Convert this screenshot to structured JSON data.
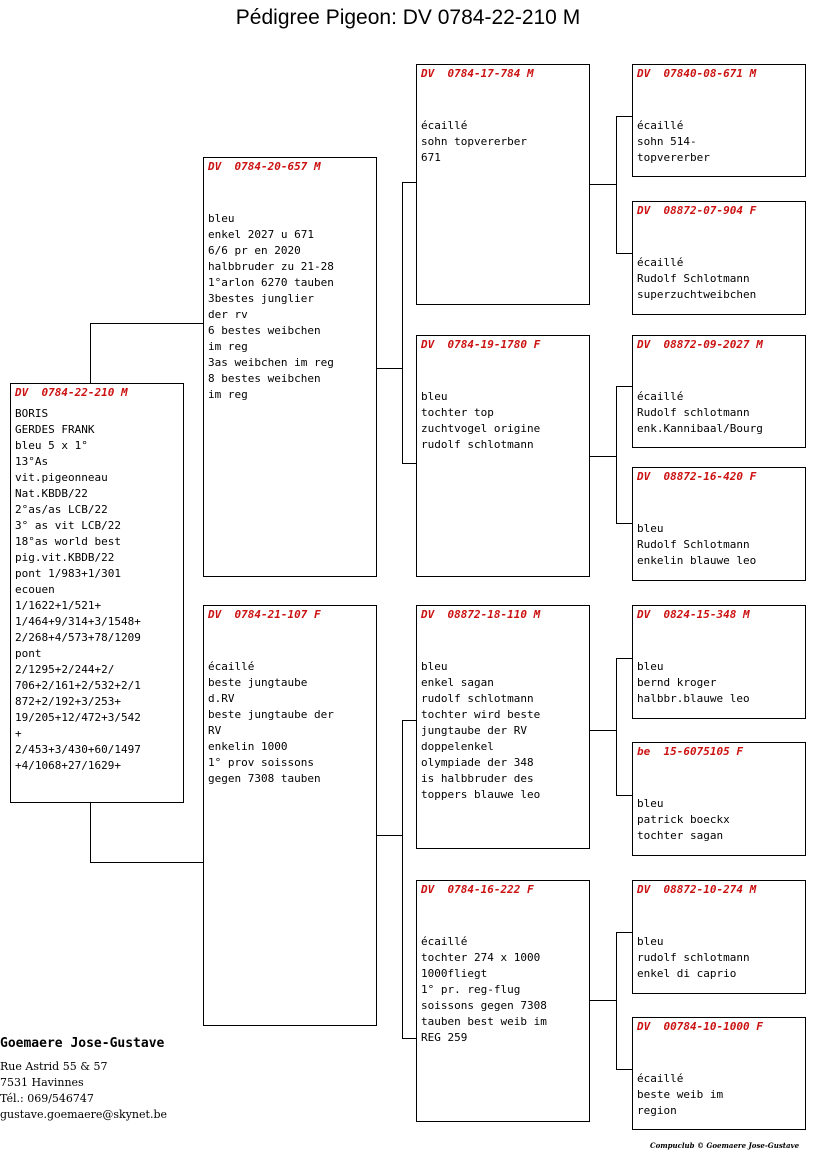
{
  "title": "Pédigree Pigeon: DV  0784-22-210 M",
  "subject": {
    "id": "DV  0784-22-210 M",
    "lines": [
      "BORIS",
      "GERDES FRANK",
      "bleu 5 x 1°",
      "13°As",
      "vit.pigeonneau",
      "Nat.KBDB/22",
      "2°as/as LCB/22",
      "3° as vit LCB/22",
      "18°as world best",
      "pig.vit.KBDB/22",
      "pont 1/983+1/301",
      "ecouen",
      "1/1622+1/521+",
      "1/464+9/314+3/1548+",
      "2/268+4/573+78/1209",
      "pont",
      "2/1295+2/244+2/",
      "706+2/161+2/532+2/1",
      "872+2/192+3/253+",
      "19/205+12/472+3/542",
      "+",
      "2/453+3/430+60/1497",
      "+4/1068+27/1629+"
    ]
  },
  "sire": {
    "id": "DV  0784-20-657 M",
    "lines": [
      "bleu",
      "enkel 2027 u 671",
      "6/6 pr en 2020",
      "halbbruder zu 21-28",
      "1°arlon 6270 tauben",
      "3bestes junglier",
      "der rv",
      "6 bestes weibchen",
      "im reg",
      "3as weibchen im reg",
      "8 bestes weibchen",
      "im reg"
    ]
  },
  "dam": {
    "id": "DV  0784-21-107 F",
    "lines": [
      "écaillé",
      "beste jungtaube",
      "d.RV",
      "beste jungtaube der",
      "RV",
      "enkelin 1000",
      "1° prov soissons",
      "gegen 7308 tauben"
    ]
  },
  "gp_ss": {
    "id": "DV  0784-17-784 M",
    "lines": [
      "écaillé",
      "sohn topvererber",
      "671"
    ]
  },
  "gp_sd": {
    "id": "DV  0784-19-1780 F",
    "lines": [
      "bleu",
      "tochter top",
      "zuchtvogel origine",
      "rudolf schlotmann"
    ]
  },
  "gp_ds": {
    "id": "DV  08872-18-110 M",
    "lines": [
      "bleu",
      "enkel sagan",
      "rudolf schlotmann",
      "tochter wird beste",
      "jungtaube der RV",
      "doppelenkel",
      "olympiade der 348",
      "is halbbruder des",
      "toppers blauwe leo"
    ]
  },
  "gp_dd": {
    "id": "DV  0784-16-222 F",
    "lines": [
      "écaillé",
      "tochter 274 x 1000",
      "1000fliegt",
      "1° pr. reg-flug",
      "soissons gegen 7308",
      "tauben best weib im",
      "REG 259"
    ]
  },
  "ggp1": {
    "id": "DV  07840-08-671 M",
    "lines": [
      "écaillé",
      "sohn 514-",
      "topvererber"
    ]
  },
  "ggp2": {
    "id": "DV  08872-07-904 F",
    "lines": [
      "écaillé",
      "Rudolf Schlotmann",
      "superzuchtweibchen"
    ]
  },
  "ggp3": {
    "id": "DV  08872-09-2027 M",
    "lines": [
      "écaillé",
      "Rudolf schlotmann",
      "enk.Kannibaal/Bourg"
    ]
  },
  "ggp4": {
    "id": "DV  08872-16-420 F",
    "lines": [
      "bleu",
      "Rudolf Schlotmann",
      "enkelin blauwe leo"
    ]
  },
  "ggp5": {
    "id": "DV  0824-15-348 M",
    "lines": [
      "bleu",
      "bernd kroger",
      "halbbr.blauwe leo"
    ]
  },
  "ggp6": {
    "id": "be  15-6075105 F",
    "lines": [
      "bleu",
      "patrick boeckx",
      "tochter sagan"
    ]
  },
  "ggp7": {
    "id": "DV  08872-10-274 M",
    "lines": [
      "bleu",
      "rudolf schlotmann",
      "enkel di caprio"
    ]
  },
  "ggp8": {
    "id": "DV  00784-10-1000 F",
    "lines": [
      "écaillé",
      "beste weib im",
      "region"
    ]
  },
  "owner": {
    "name": "Goemaere Jose-Gustave",
    "address": "Rue Astrid 55 & 57",
    "city": "7531  Havinnes",
    "phone": "Tél.: 069/546747",
    "email": "gustave.goemaere@skynet.be"
  },
  "footer": "Compuclub © Goemaere Jose-Gustave"
}
